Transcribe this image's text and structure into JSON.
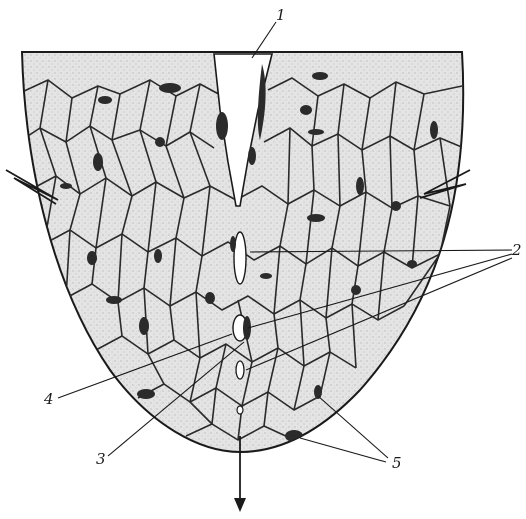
{
  "figure": {
    "labels": [
      {
        "id": "1",
        "text": "1"
      },
      {
        "id": "2",
        "text": "2"
      },
      {
        "id": "3",
        "text": "3"
      },
      {
        "id": "4",
        "text": "4"
      },
      {
        "id": "5",
        "text": "5"
      }
    ]
  },
  "colors": {
    "grain_fill": "#e6e6e6",
    "grain_boundary": "#2a2a2a",
    "inclusion": "#2b2b2b",
    "outline": "#1a1a1a"
  }
}
